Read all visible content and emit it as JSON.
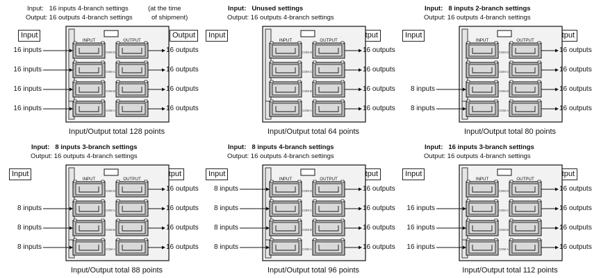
{
  "labels": {
    "input_box": "Input",
    "output_box": "Output",
    "device_input": "INPUT",
    "device_output": "OUTPUT",
    "com": [
      "COM D",
      "COM C",
      "COM B",
      "COM A"
    ]
  },
  "panels": [
    {
      "header_input_label": "Input:",
      "header_input_text": "16 inputs 4-branch settings",
      "header_note_1": "(at the time",
      "header_note_2": "of shipment)",
      "header_output": "Output: 16 outputs 4-branch settings",
      "inputs": [
        "16 inputs",
        "16 inputs",
        "16 inputs",
        "16 inputs"
      ],
      "outputs": [
        "16 outputs",
        "16 outputs",
        "16 outputs",
        "16 outputs"
      ],
      "total": "Input/Output total 128 points"
    },
    {
      "header_input_label": "Input:",
      "header_input_text": "Unused settings",
      "header_output": "Output: 16 outputs 4-branch settings",
      "inputs": [
        "",
        "",
        "",
        ""
      ],
      "outputs": [
        "16 outputs",
        "16 outputs",
        "16 outputs",
        "16 outputs"
      ],
      "total": "Input/Output total 64 points"
    },
    {
      "header_input_label": "Input:",
      "header_input_text": "8 inputs 2-branch settings",
      "header_output": "Output: 16 outputs 4-branch settings",
      "inputs": [
        "",
        "",
        "8 inputs",
        "8 inputs"
      ],
      "outputs": [
        "16 outputs",
        "16 outputs",
        "16 outputs",
        "16 outputs"
      ],
      "total": "Input/Output total 80 points"
    },
    {
      "header_input_label": "Input:",
      "header_input_text": "8 inputs 3-branch settings",
      "header_output": "Output: 16 outputs 4-branch settings",
      "inputs": [
        "",
        "8 inputs",
        "8 inputs",
        "8 inputs"
      ],
      "outputs": [
        "16 outputs",
        "16 outputs",
        "16 outputs",
        "16 outputs"
      ],
      "total": "Input/Output total 88 points"
    },
    {
      "header_input_label": "Input:",
      "header_input_text": "8 inputs 4-branch settings",
      "header_output": "Output: 16 outputs 4-branch settings",
      "inputs": [
        "8 inputs",
        "8 inputs",
        "8 inputs",
        "8 inputs"
      ],
      "outputs": [
        "16 outputs",
        "16 outputs",
        "16 outputs",
        "16 outputs"
      ],
      "total": "Input/Output total 96 points"
    },
    {
      "header_input_label": "Input:",
      "header_input_text": "16 inputs 3-branch settings",
      "header_output": "Output: 16 outputs 4-branch settings",
      "inputs": [
        "",
        "16 inputs",
        "16 inputs",
        "16 inputs"
      ],
      "outputs": [
        "16 outputs",
        "16 outputs",
        "16 outputs",
        "16 outputs"
      ],
      "total": "Input/Output total 112 points"
    }
  ]
}
